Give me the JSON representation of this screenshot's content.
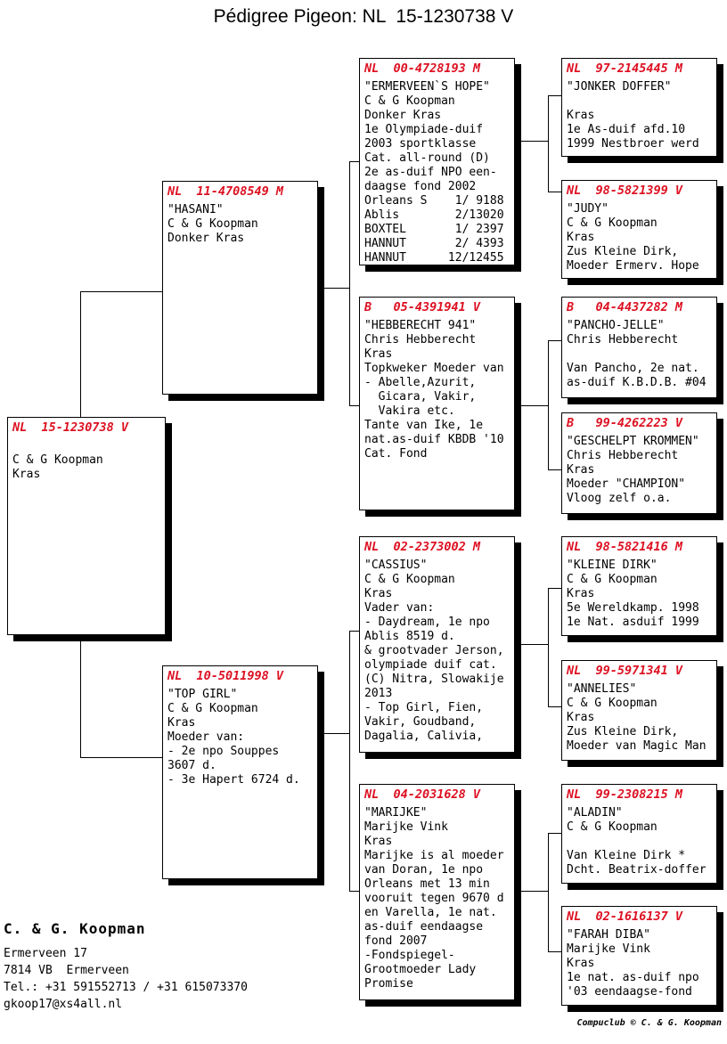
{
  "title": "Pédigree Pigeon: NL  15-1230738 V",
  "colors": {
    "ring_red": "#dd1122",
    "line_black": "#000000",
    "background": "#ffffff"
  },
  "boxes": {
    "subject": {
      "ring": "NL  15-1230738 V",
      "lines": [
        "",
        "C & G Koopman",
        "Kras"
      ]
    },
    "father": {
      "ring": "NL  11-4708549 M",
      "lines": [
        "\"HASANI\"",
        "C & G Koopman",
        "Donker Kras"
      ]
    },
    "mother": {
      "ring": "NL  10-5011998 V",
      "lines": [
        "\"TOP GIRL\"",
        "C & G Koopman",
        "Kras",
        "Moeder van:",
        "- 2e npo Souppes",
        "3607 d.",
        "- 3e Hapert 6724 d."
      ]
    },
    "gp1": {
      "ring": "NL  00-4728193 M",
      "lines": [
        "\"ERMERVEEN`S HOPE\"",
        "C & G Koopman",
        "Donker Kras",
        "1e Olympiade-duif",
        "2003 sportklasse",
        "Cat. all-round (D)",
        "2e as-duif NPO een-",
        "daagse fond 2002",
        "Orleans S    1/ 9188",
        "Ablis        2/13020",
        "BOXTEL       1/ 2397",
        "HANNUT       2/ 4393",
        "HANNUT      12/12455"
      ]
    },
    "gp2": {
      "ring": "B   05-4391941 V",
      "lines": [
        "\"HEBBERECHT 941\"",
        "Chris Hebberecht",
        "Kras",
        "Topkweker Moeder van",
        "- Abelle,Azurit,",
        "  Gicara, Vakir,",
        "  Vakira etc.",
        "Tante van Ike, 1e",
        "nat.as-duif KBDB '10",
        "Cat. Fond"
      ]
    },
    "gp3": {
      "ring": "NL  02-2373002 M",
      "lines": [
        "\"CASSIUS\"",
        "C & G Koopman",
        "Kras",
        "Vader van:",
        "- Daydream, 1e npo",
        "Ablis 8519 d.",
        "& grootvader Jerson,",
        "olympiade duif cat.",
        "(C) Nitra, Slowakije",
        "2013",
        "- Top Girl, Fien,",
        "Vakir, Goudband,",
        "Dagalia, Calivia,"
      ]
    },
    "gp4": {
      "ring": "NL  04-2031628 V",
      "lines": [
        "\"MARIJKE\"",
        "Marijke Vink",
        "Kras",
        "Marijke is al moeder",
        "van Doran, 1e npo",
        "Orleans met 13 min",
        "vooruit tegen 9670 d",
        "en Varella, 1e nat.",
        "as-duif eendaagse",
        "fond 2007",
        "-Fondspiegel-",
        "Grootmoeder Lady",
        "Promise"
      ]
    },
    "ggp1": {
      "ring": "NL  97-2145445 M",
      "lines": [
        "\"JONKER DOFFER\"",
        "",
        "Kras",
        "1e As-duif afd.10",
        "1999 Nestbroer werd"
      ]
    },
    "ggp2": {
      "ring": "NL  98-5821399 V",
      "lines": [
        "\"JUDY\"",
        "C & G Koopman",
        "Kras",
        "Zus Kleine Dirk,",
        "Moeder Ermerv. Hope"
      ]
    },
    "ggp3": {
      "ring": "B   04-4437282 M",
      "lines": [
        "\"PANCHO-JELLE\"",
        "Chris Hebberecht",
        "",
        "Van Pancho, 2e nat.",
        "as-duif K.B.D.B. #04"
      ]
    },
    "ggp4": {
      "ring": "B   99-4262223 V",
      "lines": [
        "\"GESCHELPT KROMMEN\"",
        "Chris Hebberecht",
        "Kras",
        "Moeder \"CHAMPION\"",
        "Vloog zelf o.a."
      ]
    },
    "ggp5": {
      "ring": "NL  98-5821416 M",
      "lines": [
        "\"KLEINE DIRK\"",
        "C & G Koopman",
        "Kras",
        "5e Wereldkamp. 1998",
        "1e Nat. asduif 1999"
      ]
    },
    "ggp6": {
      "ring": "NL  99-5971341 V",
      "lines": [
        "\"ANNELIES\"",
        "C & G Koopman",
        "Kras",
        "Zus Kleine Dirk,",
        "Moeder van Magic Man"
      ]
    },
    "ggp7": {
      "ring": "NL  99-2308215 M",
      "lines": [
        "\"ALADIN\"",
        "C & G Koopman",
        "",
        "Van Kleine Dirk *",
        "Dcht. Beatrix-doffer"
      ]
    },
    "ggp8": {
      "ring": "NL  02-1616137 V",
      "lines": [
        "\"FARAH DIBA\"",
        "Marijke Vink",
        "Kras",
        "1e nat. as-duif npo",
        "'03 eendaagse-fond"
      ]
    }
  },
  "contact": {
    "name": "C. & G. Koopman",
    "lines": [
      "Ermerveen 17",
      "7814 VB  Ermerveen",
      "Tel.: +31 591552713 / +31 615073370",
      "gkoop17@xs4all.nl"
    ]
  },
  "credit": "Compuclub © C. & G. Koopman"
}
